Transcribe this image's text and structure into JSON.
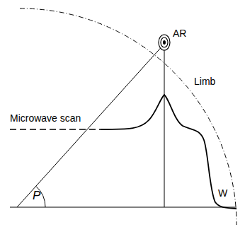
{
  "diagram": {
    "labels": [
      "AR",
      "Microwave scan",
      "Limb",
      "W",
      "P"
    ]
  }
}
